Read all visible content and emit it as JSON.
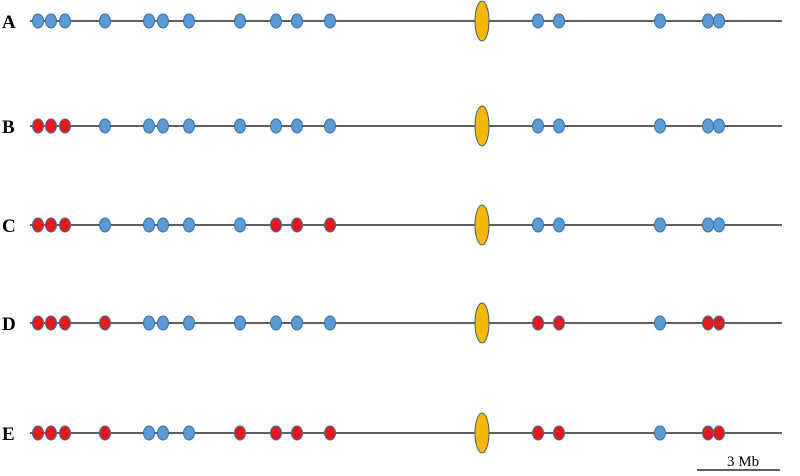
{
  "colors": {
    "line": "#000000",
    "blue_marker": "#5b9bd5",
    "blue_marker_stroke": "#3a6f9e",
    "red_marker": "#e41a1c",
    "red_marker_stroke": "#3a6f9e",
    "centromere": "#f5b800",
    "centromere_stroke": "#3f5e7a"
  },
  "rows": [
    {
      "label": "A",
      "markers": [
        "blue",
        "blue",
        "blue",
        "blue",
        "blue",
        "blue",
        "blue",
        "blue",
        "blue",
        "blue",
        "blue",
        "blue",
        "blue",
        "blue",
        "blue",
        "blue"
      ]
    },
    {
      "label": "B",
      "markers": [
        "red",
        "red",
        "red",
        "blue",
        "blue",
        "blue",
        "blue",
        "blue",
        "blue",
        "blue",
        "blue",
        "blue",
        "blue",
        "blue",
        "blue",
        "blue"
      ]
    },
    {
      "label": "C",
      "markers": [
        "red",
        "red",
        "red",
        "blue",
        "blue",
        "blue",
        "blue",
        "blue",
        "red",
        "red",
        "red",
        "blue",
        "blue",
        "blue",
        "blue",
        "blue"
      ]
    },
    {
      "label": "D",
      "markers": [
        "red",
        "red",
        "red",
        "red",
        "blue",
        "blue",
        "blue",
        "blue",
        "blue",
        "blue",
        "blue",
        "red",
        "red",
        "blue",
        "red",
        "red"
      ]
    },
    {
      "label": "E",
      "markers": [
        "red",
        "red",
        "red",
        "red",
        "blue",
        "blue",
        "blue",
        "red",
        "red",
        "red",
        "red",
        "red",
        "red",
        "blue",
        "red",
        "red"
      ]
    }
  ],
  "scale_bar": {
    "label": "3 Mb"
  }
}
